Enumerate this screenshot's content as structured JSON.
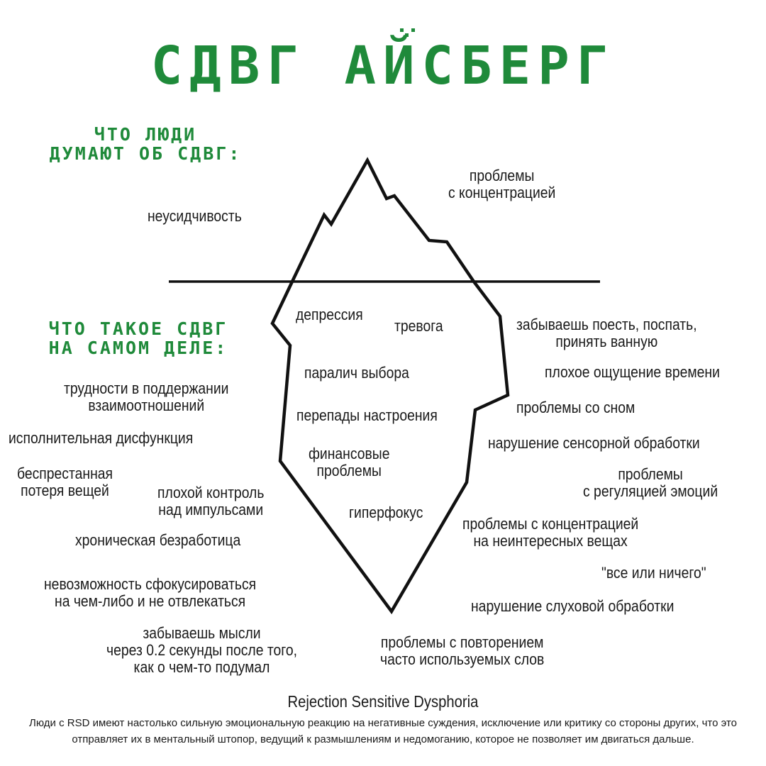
{
  "title": "СДВГ АЙСБЕРГ",
  "sections": {
    "above": "ЧТО ЛЮДИ\nДУМАЮТ ОБ СДВГ:",
    "below": "ЧТО ТАКОЕ СДВГ\nНА САМОМ ДЕЛЕ:"
  },
  "colors": {
    "accent": "#1f8a3a",
    "text": "#1a1a1a",
    "outline": "#111111"
  },
  "above_water": [
    "неусидчивость",
    "проблемы\nс концентрацией"
  ],
  "inside_iceberg": [
    "депрессия",
    "тревога",
    "паралич выбора",
    "перепады настроения",
    "финансовые\nпроблемы",
    "гиперфокус"
  ],
  "left_side": [
    "трудности в поддержании\nвзаимоотношений",
    "исполнительная дисфункция",
    "беспрестанная\nпотеря вещей",
    "плохой контроль\nнад импульсами",
    "хроническая безработица",
    "невозможность сфокусироваться\nна чем-либо и не отвлекаться",
    "забываешь мысли\nчерез 0.2 секунды после того,\nкак о чем-то подумал"
  ],
  "right_side": [
    "забываешь поесть, поспать,\nпринять ванную",
    "плохое ощущение времени",
    "проблемы со сном",
    "нарушение сенсорной обработки",
    "проблемы\nс регуляцией эмоций",
    "проблемы с концентрацией\nна неинтересных вещах",
    "\"все или ничего\"",
    "нарушение слуховой обработки",
    "проблемы с повторением\nчасто используемых слов"
  ],
  "footer": {
    "title": "Rejection Sensitive Dysphoria",
    "text": "Люди с RSD имеют настолько сильную эмоциональную реакцию на негативные суждения, исключение или критику со стороны других, что это отправляет их в ментальный штопор, ведущий к размышлениям и недомоганию, которое не позволяет им двигаться дальше."
  }
}
